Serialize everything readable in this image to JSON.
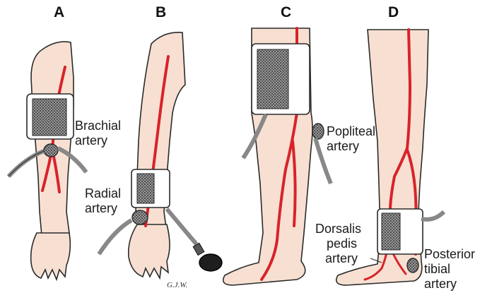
{
  "panels": [
    {
      "letter": "A",
      "label": "Brachial artery"
    },
    {
      "letter": "B",
      "label": "Radial artery"
    },
    {
      "letter": "C",
      "label": "Popliteal artery"
    },
    {
      "letter": "D",
      "label": "Dorsalis pedis artery",
      "label2": "Posterior tibial artery"
    }
  ],
  "callouts": {
    "brachial": [
      "Brachial",
      "artery"
    ],
    "radial": [
      "Radial",
      "artery"
    ],
    "popliteal": [
      "Popliteal",
      "artery"
    ],
    "dorsalis": [
      "Dorsalis",
      "pedis",
      "artery"
    ],
    "posterior": [
      "Posterior",
      "tibial",
      "artery"
    ]
  },
  "signature": "G.J.W.",
  "colors": {
    "skin": "#f7e0d2",
    "artery": "#d8232a",
    "outline": "#2a2a2a",
    "cuff": "#ffffff",
    "cuff_fill": "#6a6a6a"
  }
}
